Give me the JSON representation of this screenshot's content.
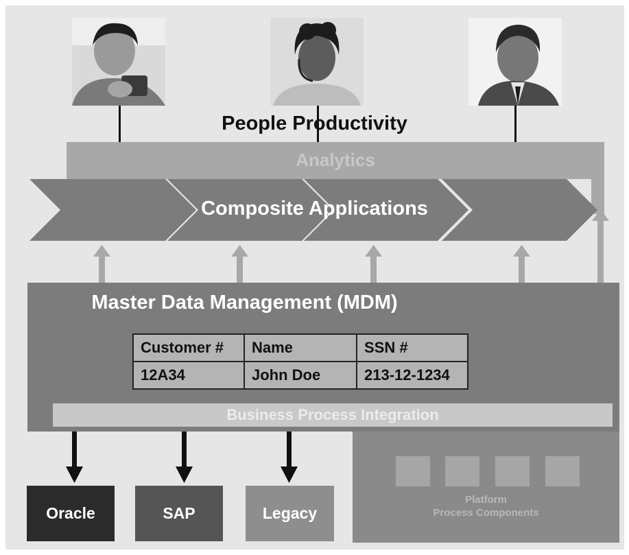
{
  "people_productivity": {
    "title": "People Productivity"
  },
  "analytics": {
    "label": "Analytics"
  },
  "composite_applications": {
    "label": "Composite Applications"
  },
  "mdm": {
    "title": "Master Data Management (MDM)",
    "table": {
      "headers": [
        "Customer #",
        "Name",
        "SSN #"
      ],
      "rows": [
        [
          "12A34",
          "John Doe",
          "213-12-1234"
        ]
      ]
    }
  },
  "business_process_integration": {
    "label": "Business Process Integration"
  },
  "platform": {
    "line1": "Platform",
    "line2": "Process Components"
  },
  "sources": [
    {
      "label": "Oracle",
      "color": "#2b2b2b"
    },
    {
      "label": "SAP",
      "color": "#555555"
    },
    {
      "label": "Legacy",
      "color": "#8e8e8e"
    }
  ],
  "colors": {
    "background": "#e6e6e6",
    "analytics_bar": "#a8a8a8",
    "chevrons": "#7c7c7c",
    "mdm_block": "#7c7c7c",
    "platform_block": "#8a8a8a",
    "up_arrows": "#a8a8a8"
  }
}
